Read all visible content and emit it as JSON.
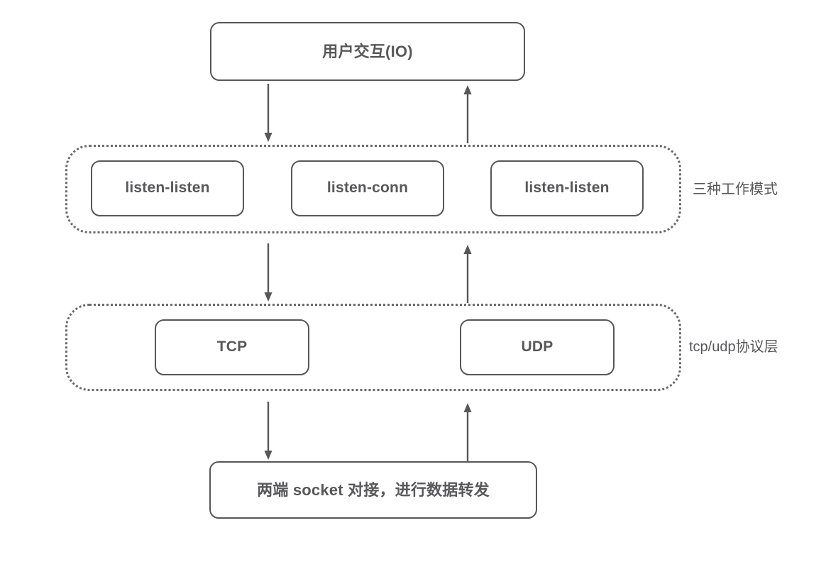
{
  "diagram": {
    "title_text": "用户交互(IO)",
    "nodes": {
      "user_io": "用户交互(IO)",
      "listen_listen_left": "listen-listen",
      "listen_conn": "listen-conn",
      "listen_listen_right": "listen-listen",
      "tcp": "TCP",
      "udp": "UDP",
      "socket_forward": "两端 socket 对接，进行数据转发"
    },
    "groups": {
      "modes_label": "三种工作模式",
      "protocol_label": "tcp/udp协议层"
    },
    "arrows": [
      {
        "name": "user-io-to-modes",
        "direction": "down"
      },
      {
        "name": "modes-to-user-io",
        "direction": "up"
      },
      {
        "name": "modes-to-protocol",
        "direction": "down"
      },
      {
        "name": "protocol-to-modes",
        "direction": "up"
      },
      {
        "name": "protocol-to-socket",
        "direction": "down"
      },
      {
        "name": "socket-to-protocol",
        "direction": "up"
      }
    ],
    "colors": {
      "background": "#ffffff",
      "stroke": "#57575a",
      "dotted_stroke": "#6a6a6d",
      "text": "#58585b"
    }
  }
}
